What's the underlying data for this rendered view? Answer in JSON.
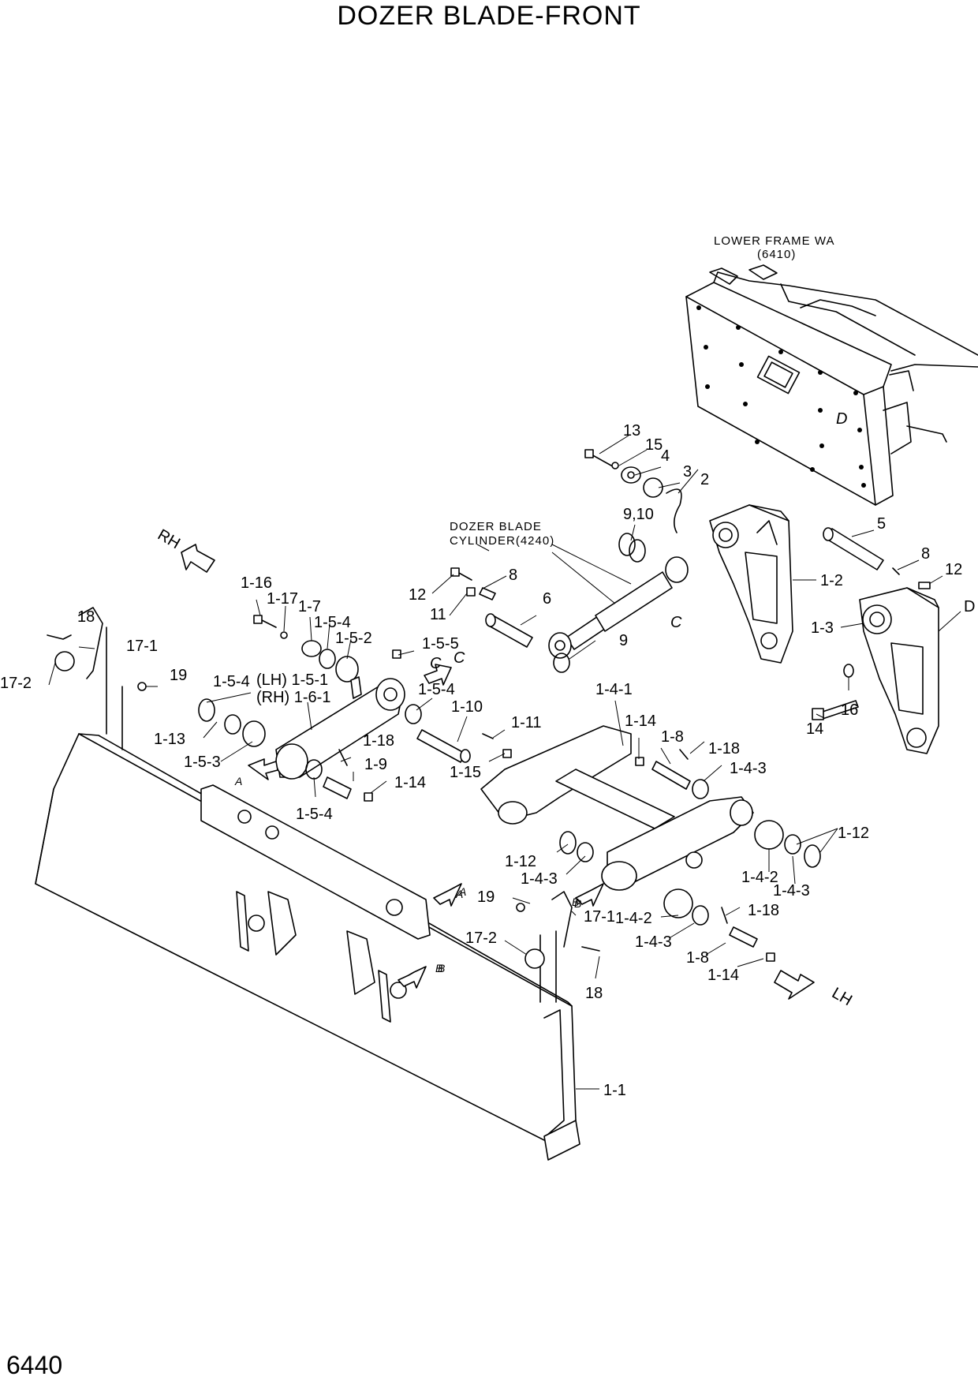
{
  "title": "DOZER BLADE-FRONT",
  "page_number": "6440",
  "notes": {
    "lower_frame_line1": "LOWER FRAME WA",
    "lower_frame_line2": "(6410)",
    "cylinder_line1": "DOZER BLADE",
    "cylinder_line2": "CYLINDER(4240)"
  },
  "direction_markers": {
    "rh": "RH",
    "lh": "LH",
    "a": "A",
    "b": "B",
    "c": "C",
    "d": "D"
  },
  "part_labels": [
    "13",
    "15",
    "4",
    "3",
    "2",
    "9,10",
    "5",
    "8",
    "12",
    "1-2",
    "D",
    "1-3",
    "14",
    "16",
    "12",
    "8",
    "11",
    "6",
    "9",
    "C",
    "1-16",
    "1-17",
    "1-7",
    "1-5-4",
    "1-5-2",
    "1-5-5",
    "C",
    "1-5-4",
    "(LH) 1-5-1",
    "(RH) 1-6-1",
    "1-5-4",
    "1-10",
    "1-11",
    "18",
    "17-1",
    "17-2",
    "19",
    "1-13",
    "1-5-3",
    "1-18",
    "1-9",
    "1-14",
    "1-15",
    "1-5-4",
    "A",
    "1-4-1",
    "1-14",
    "1-8",
    "1-18",
    "1-4-3",
    "1-12",
    "1-12",
    "1-4-3",
    "1-4-2",
    "1-4-3",
    "19",
    "17-1",
    "1-18",
    "17-2",
    "1-4-2",
    "1-4-3",
    "1-8",
    "1-14",
    "18",
    "1-1",
    "A",
    "B",
    "B"
  ]
}
